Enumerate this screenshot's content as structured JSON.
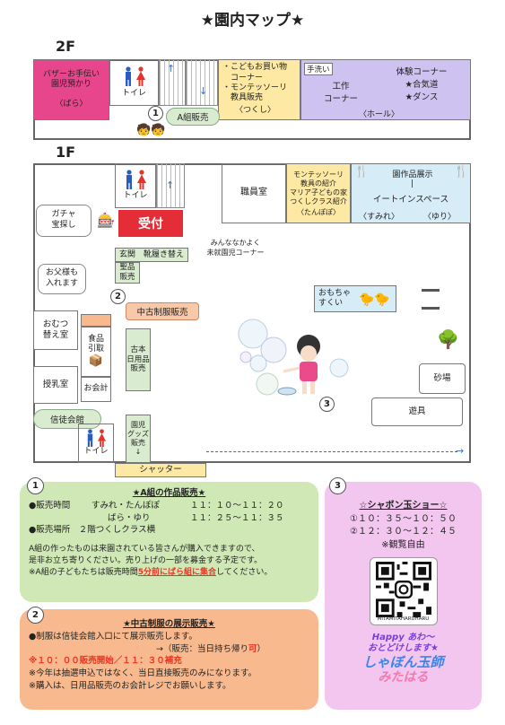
{
  "title": "★園内マップ★",
  "floor2": {
    "label": "2F",
    "bazaar": [
      "バザーお手伝い",
      "園児預かり"
    ],
    "bara": "〈ばら〉",
    "toilet": "トイレ",
    "a_sale_num": "1",
    "a_sale": "A組販売",
    "tsukushi_lines": [
      "・こどもお買い物",
      "　コーナー",
      "・モンテッソーリ",
      "　教具販売"
    ],
    "tsukushi": "〈つくし〉",
    "handwash": "手洗い",
    "kousaku": [
      "工作",
      "コーナー"
    ],
    "taiken": [
      "体験コーナー",
      "★合気道",
      "★ダンス"
    ],
    "hall": "〈ホール〉"
  },
  "floor1": {
    "label": "1F",
    "toilet": "トイレ",
    "staff_room": "職員室",
    "monte_lines": [
      "モンテッソーリ",
      "教具の紹介",
      "マリア子どもの家",
      "つくしクラス紹介"
    ],
    "tanpopo": "〈たんぽぽ〉",
    "exhibit": "園作品展示",
    "eat_in": "イートインスペース",
    "sumire": "〈すみれ〉",
    "yuri": "〈ゆり〉",
    "gacha": [
      "ガチャ",
      "宝探し"
    ],
    "reception": "受付",
    "mirai": [
      "みんななかよく",
      "未就園児コーナー"
    ],
    "genkan": "玄関　靴履き替え",
    "seihin": [
      "聖品",
      "販売"
    ],
    "father": [
      "お父様も",
      "入れます"
    ],
    "uniform_num": "2",
    "uniform": "中古制服販売",
    "toys": [
      "おもちゃ",
      "すくい"
    ],
    "omutsu": [
      "おむつ",
      "替え室"
    ],
    "food": [
      "食品",
      "引取"
    ],
    "furugi": [
      "古本",
      "日用品",
      "販売"
    ],
    "kaikei": "お会計",
    "junyu": "授乳室",
    "shinto": "信徒会館",
    "goods": [
      "園児",
      "グッズ",
      "販売",
      "↓"
    ],
    "bubble_num": "3",
    "sunaba": "砂場",
    "yugu": "遊具",
    "toilet2": "トイレ",
    "shutter": "シャッター"
  },
  "panel1": {
    "num": "1",
    "title": "★A組の作品販売★",
    "time_label": "●販売時間",
    "row1_classes": "すみれ・たんぽぽ",
    "row1_time": "１１：１０～１１：２０",
    "row2_classes": "ばら・ゆり",
    "row2_time": "１１：２５～１１：３５",
    "place": "●販売場所　２階つくしクラス横",
    "body1": "A組の作ったものは来園されている皆さんが購入できますので、",
    "body2": "是非お立ち寄りください。売り上げの一部を募金する予定です。",
    "note_pre": "※A組の子どもたちは販売時間",
    "note_red": "5分前にばら組に集合",
    "note_post": "してください。"
  },
  "panel2": {
    "num": "2",
    "title": "★中古制服の展示販売★",
    "line1": "●制服は信徒会館入口にて展示販売します。",
    "line2_pre": "→（販売：当日持ち帰り",
    "line2_red": "可",
    "line2_post": "）",
    "line3": "※１０：００販売開始／１１：３０補充",
    "line4": "※今年は抽選申込ではなく、当日直接販売のみになります。",
    "line5": "※購入は、日用品販売のお会計レジでお願いします。"
  },
  "panel3": {
    "num": "3",
    "title": "☆シャボン玉ショー☆",
    "time1": "①１０：３５～１０：５０",
    "time2": "②１２：３０～１２：４５",
    "free": "※観覧自由",
    "qr_caption": "MITAMITAHARUHARU",
    "logo_lines": [
      "Happy あわ～",
      "おとどけします★",
      "しゃぼん玉師",
      "みたはる"
    ]
  },
  "colors": {
    "pink": "#e8468c",
    "yellow": "#fde9a3",
    "lavender": "#cdc2f0",
    "lightblue": "#d6ecf7",
    "green_panel": "#cfe8b6",
    "orange_panel": "#f7b98d",
    "pink_panel": "#f3c6f0",
    "reception": "#e42d37"
  }
}
